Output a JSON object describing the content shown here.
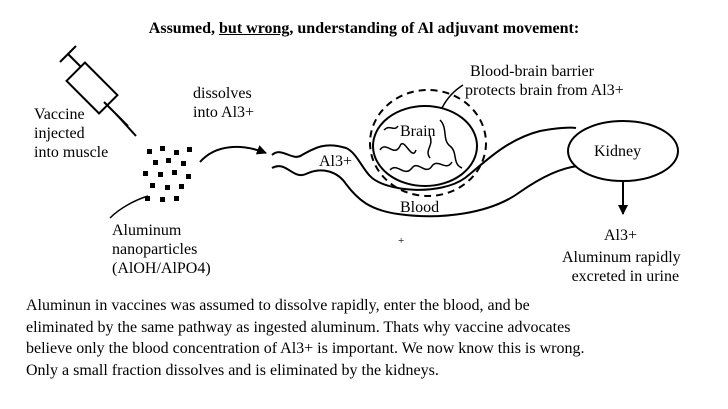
{
  "title": {
    "part1": "Assumed,",
    "underlined": "but wrong",
    "part2": ", understanding of Al adjuvant movement:"
  },
  "labels": {
    "vaccine": [
      "Vaccine",
      "injected",
      "into muscle"
    ],
    "dissolves": [
      "dissolves",
      "into Al3+"
    ],
    "bbb": [
      "Blood-brain barrier",
      "protects brain from Al3+"
    ],
    "brain": "Brain",
    "kidney": "Kidney",
    "al3_blood": "Al3+",
    "blood": "Blood",
    "al3_kidney": "Al3+",
    "excreted": [
      "Aluminum rapidly",
      "excreted in urine"
    ],
    "particles": [
      "Aluminum",
      "nanoparticles",
      "(AlOH/AlPO4)"
    ],
    "plus_mark": "+"
  },
  "paragraph": [
    "Aluminun in vaccines was assumed to dissolve rapidly, enter the blood, and be",
    "eliminated by the same pathway as ingested aluminum. Thats why vaccine advocates",
    "believe only the blood concentration of Al3+ is important. We now know this is wrong.",
    "Only a small fraction dissolves and is eliminated by the kidneys."
  ]
}
